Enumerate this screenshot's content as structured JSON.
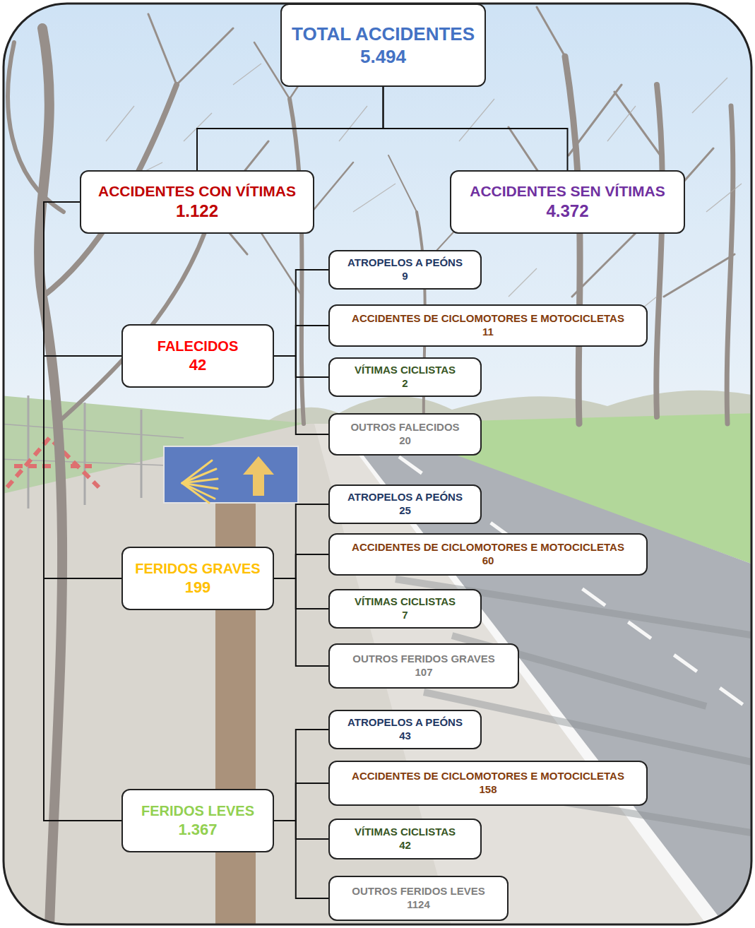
{
  "diagram": {
    "nodes": [
      {
        "text": [
          "TOTAL ACCIDENTES",
          "5.494"
        ]
      },
      {
        "text": [
          "ACCIDENTES CON VÍTIMAS",
          "1.122"
        ]
      },
      {
        "text": [
          "ACCIDENTES SEN VÍTIMAS",
          "4.372"
        ]
      },
      {
        "text": [
          "FALECIDOS",
          "42"
        ]
      },
      {
        "text": [
          "ATROPELOS A PEÓNS",
          "9"
        ]
      },
      {
        "text": [
          "ACCIDENTES DE CICLOMOTORES E MOTOCICLETAS",
          "11"
        ]
      },
      {
        "text": [
          "VÍTIMAS CICLISTAS",
          "2"
        ]
      },
      {
        "text": [
          "OUTROS FALECIDOS",
          "20"
        ]
      },
      {
        "text": [
          "FERIDOS GRAVES",
          "199"
        ]
      },
      {
        "text": [
          "ATROPELOS A PEÓNS",
          "25"
        ]
      },
      {
        "text": [
          "ACCIDENTES DE CICLOMOTORES E MOTOCICLETAS",
          "60"
        ]
      },
      {
        "text": [
          "VÍTIMAS CICLISTAS",
          "7"
        ]
      },
      {
        "text": [
          "OUTROS FERIDOS GRAVES",
          "107"
        ]
      },
      {
        "text": [
          "FERIDOS LEVES",
          "1.367"
        ]
      },
      {
        "text": [
          "ATROPELOS A PEÓNS",
          "43"
        ]
      },
      {
        "text": [
          "ACCIDENTES DE CICLOMOTORES E MOTOCICLETAS",
          "158"
        ]
      },
      {
        "text": [
          "VÍTIMAS CICLISTAS",
          "42"
        ]
      },
      {
        "text": [
          "OUTROS FERIDOS LEVES",
          "1124"
        ]
      }
    ],
    "edges": [
      {
        "from": 0,
        "to": 1,
        "arrow": "none"
      },
      {
        "from": 0,
        "to": 2,
        "arrow": "none"
      },
      {
        "from": 1,
        "to": 3,
        "arrow": "none"
      },
      {
        "from": 1,
        "to": 8,
        "arrow": "none"
      },
      {
        "from": 1,
        "to": 13,
        "arrow": "none"
      },
      {
        "from": 3,
        "to": 4,
        "arrow": "none"
      },
      {
        "from": 3,
        "to": 5,
        "arrow": "none"
      },
      {
        "from": 3,
        "to": 6,
        "arrow": "none"
      },
      {
        "from": 3,
        "to": 7,
        "arrow": "none"
      },
      {
        "from": 8,
        "to": 9,
        "arrow": "none"
      },
      {
        "from": 8,
        "to": 10,
        "arrow": "none"
      },
      {
        "from": 8,
        "to": 11,
        "arrow": "none"
      },
      {
        "from": 8,
        "to": 12,
        "arrow": "none"
      },
      {
        "from": 13,
        "to": 14,
        "arrow": "none"
      },
      {
        "from": 13,
        "to": 15,
        "arrow": "none"
      },
      {
        "from": 13,
        "to": 16,
        "arrow": "none"
      },
      {
        "from": 13,
        "to": 17,
        "arrow": "none"
      }
    ]
  }
}
